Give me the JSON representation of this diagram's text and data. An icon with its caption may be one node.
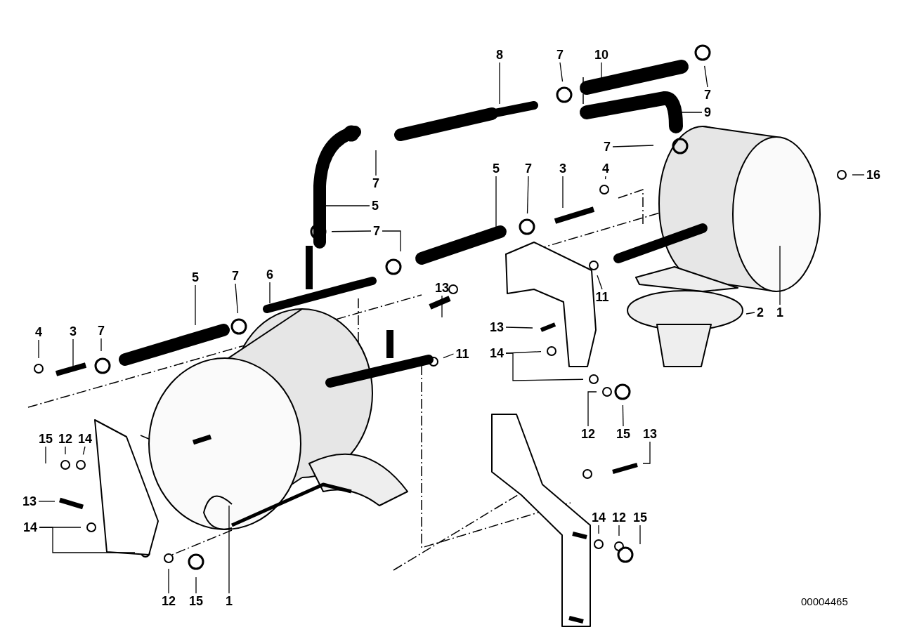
{
  "diagram": {
    "nodes": [
      {
        "text": [
          "8"
        ]
      },
      {
        "text": [
          "7"
        ]
      },
      {
        "text": [
          "10"
        ]
      },
      {
        "text": [
          "7"
        ]
      },
      {
        "text": [
          "9"
        ]
      },
      {
        "text": [
          "7"
        ]
      },
      {
        "text": [
          "5"
        ]
      },
      {
        "text": [
          "7"
        ]
      },
      {
        "text": [
          "3"
        ]
      },
      {
        "text": [
          "4"
        ]
      },
      {
        "text": [
          "16"
        ]
      },
      {
        "text": [
          "7"
        ]
      },
      {
        "text": [
          "5"
        ]
      },
      {
        "text": [
          "7"
        ]
      },
      {
        "text": [
          "5"
        ]
      },
      {
        "text": [
          "7"
        ]
      },
      {
        "text": [
          "6"
        ]
      },
      {
        "text": [
          "13"
        ]
      },
      {
        "text": [
          "11"
        ]
      },
      {
        "text": [
          "2"
        ]
      },
      {
        "text": [
          "1"
        ]
      },
      {
        "text": [
          "13"
        ]
      },
      {
        "text": [
          "4"
        ]
      },
      {
        "text": [
          "3"
        ]
      },
      {
        "text": [
          "7"
        ]
      },
      {
        "text": [
          "11"
        ]
      },
      {
        "text": [
          "14"
        ]
      },
      {
        "text": [
          "12"
        ]
      },
      {
        "text": [
          "15"
        ]
      },
      {
        "text": [
          "13"
        ]
      },
      {
        "text": [
          "15"
        ]
      },
      {
        "text": [
          "12"
        ]
      },
      {
        "text": [
          "14"
        ]
      },
      {
        "text": [
          "13"
        ]
      },
      {
        "text": [
          "14"
        ]
      },
      {
        "text": [
          "12"
        ]
      },
      {
        "text": [
          "15"
        ]
      },
      {
        "text": [
          "14"
        ]
      },
      {
        "text": [
          "12"
        ]
      },
      {
        "text": [
          "15"
        ]
      },
      {
        "text": [
          "1"
        ]
      }
    ],
    "edges": [
      {
        "from": 0,
        "to": null,
        "arrow": "none"
      },
      {
        "from": 1,
        "to": null,
        "arrow": "none"
      },
      {
        "from": 2,
        "to": null,
        "arrow": "none"
      },
      {
        "from": 3,
        "to": null,
        "arrow": "none"
      },
      {
        "from": 4,
        "to": null,
        "arrow": "none"
      },
      {
        "from": 5,
        "to": null,
        "arrow": "none"
      },
      {
        "from": 6,
        "to": null,
        "arrow": "none"
      },
      {
        "from": 7,
        "to": null,
        "arrow": "none"
      },
      {
        "from": 8,
        "to": null,
        "arrow": "none"
      },
      {
        "from": 9,
        "to": null,
        "arrow": "none"
      },
      {
        "from": 10,
        "to": null,
        "arrow": "none"
      },
      {
        "from": 11,
        "to": null,
        "arrow": "none"
      },
      {
        "from": 12,
        "to": null,
        "arrow": "none"
      },
      {
        "from": 13,
        "to": null,
        "arrow": "none"
      },
      {
        "from": 13,
        "to": null,
        "arrow": "none"
      },
      {
        "from": 14,
        "to": null,
        "arrow": "none"
      },
      {
        "from": 15,
        "to": null,
        "arrow": "none"
      },
      {
        "from": 16,
        "to": null,
        "arrow": "none"
      },
      {
        "from": 17,
        "to": null,
        "arrow": "none"
      },
      {
        "from": 18,
        "to": null,
        "arrow": "none"
      },
      {
        "from": 19,
        "to": null,
        "arrow": "none"
      },
      {
        "from": 20,
        "to": null,
        "arrow": "none"
      },
      {
        "from": 21,
        "to": null,
        "arrow": "none"
      },
      {
        "from": 22,
        "to": null,
        "arrow": "none"
      },
      {
        "from": 23,
        "to": null,
        "arrow": "none"
      },
      {
        "from": 24,
        "to": null,
        "arrow": "none"
      },
      {
        "from": 25,
        "to": null,
        "arrow": "none"
      },
      {
        "from": 26,
        "to": null,
        "arrow": "none"
      },
      {
        "from": 26,
        "to": null,
        "arrow": "none"
      },
      {
        "from": 27,
        "to": null,
        "arrow": "none"
      },
      {
        "from": 28,
        "to": null,
        "arrow": "none"
      },
      {
        "from": 29,
        "to": null,
        "arrow": "none"
      },
      {
        "from": 30,
        "to": null,
        "arrow": "none"
      },
      {
        "from": 31,
        "to": null,
        "arrow": "none"
      },
      {
        "from": 32,
        "to": null,
        "arrow": "none"
      },
      {
        "from": 33,
        "to": null,
        "arrow": "none"
      },
      {
        "from": 34,
        "to": null,
        "arrow": "none"
      },
      {
        "from": 35,
        "to": null,
        "arrow": "none"
      },
      {
        "from": 36,
        "to": null,
        "arrow": "none"
      },
      {
        "from": 37,
        "to": null,
        "arrow": "none"
      },
      {
        "from": 37,
        "to": null,
        "arrow": "none"
      },
      {
        "from": 38,
        "to": null,
        "arrow": "none"
      },
      {
        "from": 39,
        "to": null,
        "arrow": "none"
      },
      {
        "from": 40,
        "to": null,
        "arrow": "none"
      }
    ],
    "labels": [
      "00004465"
    ]
  }
}
